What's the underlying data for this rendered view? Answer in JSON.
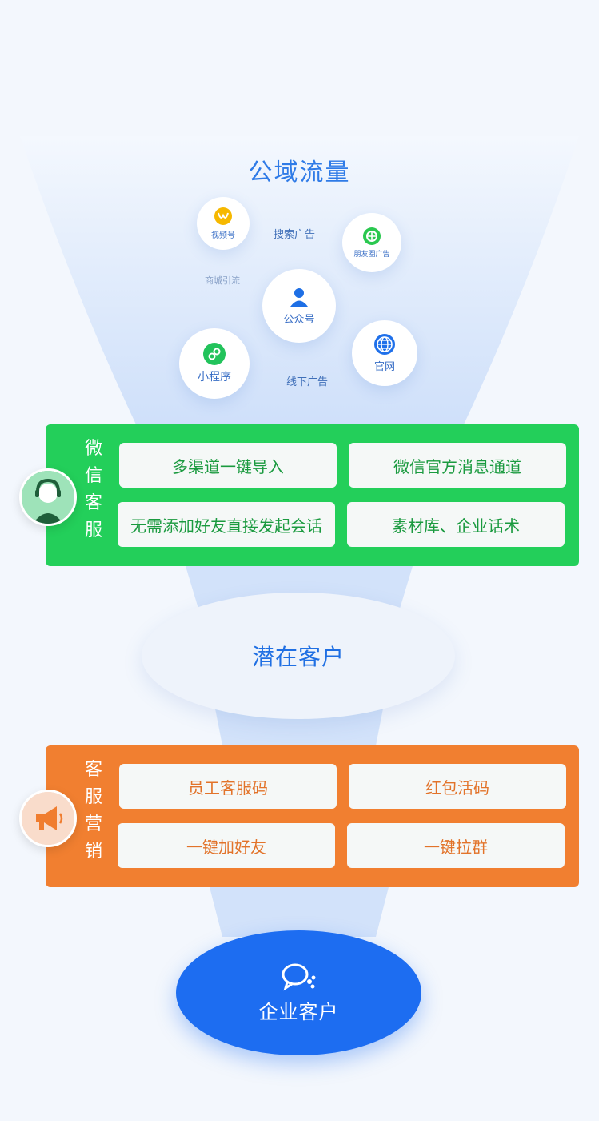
{
  "title": "公域流量",
  "channels": {
    "shipinhao": "视频号",
    "pengyouquan": "朋友圈广告",
    "gongzhonghao": "公众号",
    "xiaochengxu": "小程序",
    "guanwang": "官网",
    "sousuo": "搜索广告",
    "shangcheng": "商城引流",
    "xianxia": "线下广告"
  },
  "wechat_service": {
    "title_chars": [
      "微",
      "信",
      "客",
      "服"
    ],
    "items": [
      "多渠道一键导入",
      "微信官方消息通道",
      "无需添加好友直接发起会话",
      "素材库、企业话术"
    ]
  },
  "potential": "潜在客户",
  "service_marketing": {
    "title_chars": [
      "客",
      "服",
      "营",
      "销"
    ],
    "items": [
      "员工客服码",
      "红包活码",
      "一键加好友",
      "一键拉群"
    ]
  },
  "enterprise": "企业客户",
  "colors": {
    "title_blue": "#2f7be7",
    "green": "#23cf5a",
    "orange": "#f17f30",
    "deep_blue": "#1d6df1",
    "funnel": "#dbe8fb"
  },
  "icons": [
    "video-channel-icon",
    "moments-icon",
    "official-account-icon",
    "mini-program-icon",
    "website-globe-icon",
    "customer-service-agent-icon",
    "megaphone-icon",
    "wecom-chat-icon"
  ]
}
